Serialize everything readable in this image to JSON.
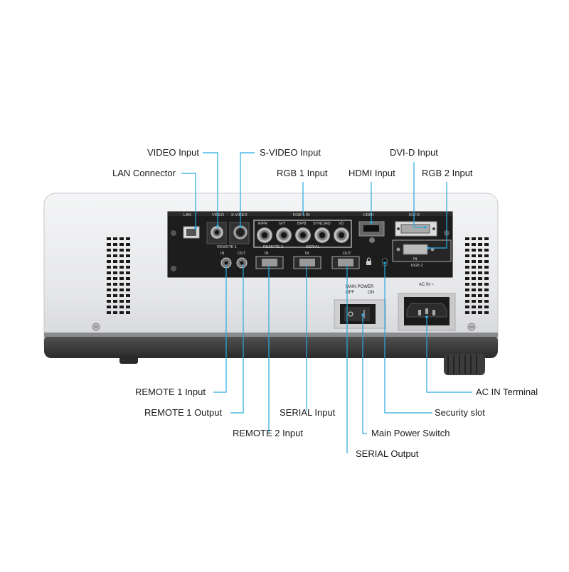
{
  "callouts": {
    "video_input": "VIDEO Input",
    "s_video_input": "S-VIDEO Input",
    "dvi_d_input": "DVI-D Input",
    "lan_connector": "LAN Connector",
    "rgb1_input": "RGB 1 Input",
    "hdmi_input": "HDMI Input",
    "rgb2_input": "RGB 2 Input",
    "remote1_input": "REMOTE 1 Input",
    "remote1_output": "REMOTE 1 Output",
    "remote2_input": "REMOTE 2 Input",
    "serial_input": "SERIAL Input",
    "serial_output": "SERIAL Output",
    "main_power_switch": "Main Power Switch",
    "security_slot": "Security slot",
    "ac_in_terminal": "AC IN Terminal"
  },
  "panel_labels": {
    "lan": "LAN",
    "video": "VIDEO",
    "s_video": "S-VIDEO",
    "rgb1_in": "RGB 1 IN",
    "hdmi": "HDMI",
    "dvi_d": "DVI-D",
    "in": "IN",
    "out": "OUT",
    "remote1": "REMOTE 1",
    "remote2": "REMOTE 2",
    "serial": "SERIAL",
    "rgb2": "RGB 2",
    "r_pr": "R/PR",
    "g_y": "G/Y",
    "b_pb": "B/PB",
    "sync_hd": "SYNC/HD",
    "vd": "VD",
    "main_power": "MAIN POWER",
    "off": "OFF",
    "on": "ON",
    "ac_in": "AC IN ~"
  },
  "colors": {
    "leader_line": "#29a9e1",
    "body": "#e9eaec",
    "panel": "#1d1d1d",
    "base": "#3a3a3a"
  }
}
